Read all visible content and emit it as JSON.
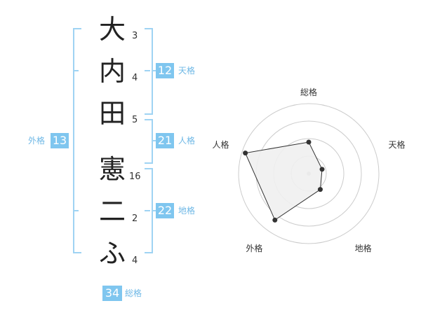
{
  "name": {
    "characters": [
      {
        "char": "大",
        "strokes": "3"
      },
      {
        "char": "内",
        "strokes": "4"
      },
      {
        "char": "田",
        "strokes": "5"
      },
      {
        "char": "憲",
        "strokes": "16"
      },
      {
        "char": "二",
        "strokes": "2"
      },
      {
        "char": "ふ",
        "strokes": "4"
      }
    ]
  },
  "kakusu": {
    "tenkaku": {
      "value": "12",
      "label": "天格"
    },
    "jinkaku": {
      "value": "21",
      "label": "人格"
    },
    "chikaku": {
      "value": "22",
      "label": "地格"
    },
    "gaikaku": {
      "value": "13",
      "label": "外格"
    },
    "soukaku": {
      "value": "34",
      "label": "総格"
    }
  },
  "chart_data": {
    "type": "radar",
    "axes": [
      "総格",
      "天格",
      "地格",
      "外格",
      "人格"
    ],
    "values": [
      0.45,
      0.2,
      0.28,
      0.82,
      0.95
    ],
    "rings": 4,
    "colors": {
      "fill": "#efefef",
      "stroke": "#333333",
      "grid": "#cccccc",
      "point": "#333333"
    }
  },
  "colors": {
    "accent": "#7fc6ef",
    "bracket": "#9fd3f3"
  }
}
